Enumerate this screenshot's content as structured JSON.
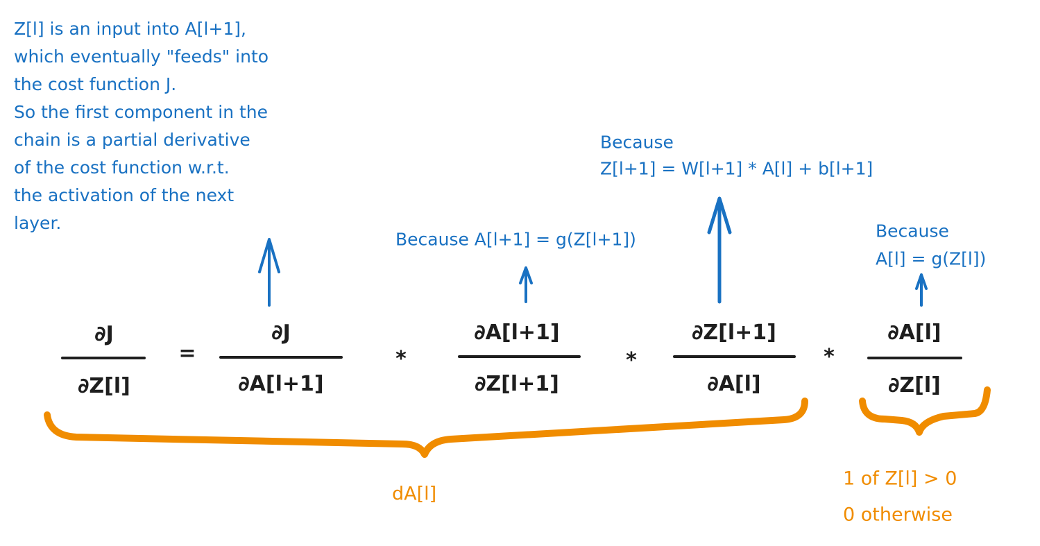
{
  "colors": {
    "note": "#1971c2",
    "brace": "#f08c00",
    "math": "#1e1e1e"
  },
  "note": {
    "lines": [
      "Z[l] is an input into A[l+1],",
      "which eventually \"feeds\" into",
      "the cost function J.",
      "So the first component in the",
      "chain is a partial derivative",
      "of the cost function w.r.t.",
      "the activation of the next",
      "layer."
    ]
  },
  "equation": {
    "lhs": {
      "numerator": "∂J",
      "denominator": "∂Z[l]"
    },
    "equals": "=",
    "terms": [
      {
        "numerator": "∂J",
        "denominator": "∂A[l+1]"
      },
      {
        "numerator": "∂A[l+1]",
        "denominator": "∂Z[l+1]"
      },
      {
        "numerator": "∂Z[l+1]",
        "denominator": "∂A[l]"
      },
      {
        "numerator": "∂A[l]",
        "denominator": "∂Z[l]"
      }
    ],
    "operator": "*"
  },
  "annotations": {
    "term2": "Because A[l+1] = g(Z[l+1])",
    "term3": {
      "line1": "Because",
      "line2": "Z[l+1] = W[l+1] * A[l] + b[l+1]"
    },
    "term4": {
      "line1": "Because",
      "line2": "A[l] = g(Z[l])"
    }
  },
  "braces": {
    "first": "dA[l]",
    "second": {
      "line1": "1 of Z[l] > 0",
      "line2": "0 otherwise"
    }
  }
}
